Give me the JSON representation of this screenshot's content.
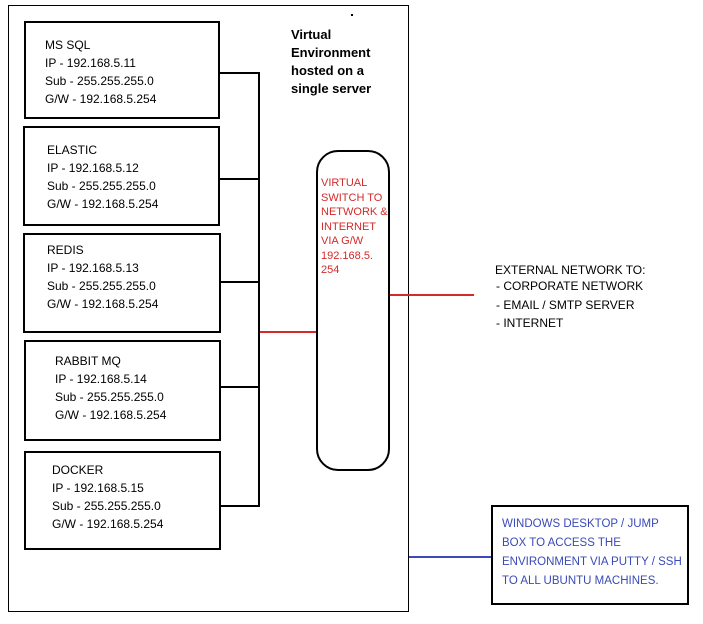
{
  "environment": {
    "title": "Virtual Environment hosted on a single server"
  },
  "servers": [
    {
      "name": "MS SQL",
      "ip": "IP - 192.168.5.11",
      "sub": "Sub - 255.255.255.0",
      "gw": "G/W - 192.168.5.254"
    },
    {
      "name": "ELASTIC",
      "ip": "IP - 192.168.5.12",
      "sub": "Sub - 255.255.255.0",
      "gw": "G/W - 192.168.5.254"
    },
    {
      "name": "REDIS",
      "ip": "IP - 192.168.5.13",
      "sub": "Sub - 255.255.255.0",
      "gw": "G/W - 192.168.5.254"
    },
    {
      "name": "RABBIT MQ",
      "ip": "IP - 192.168.5.14",
      "sub": "Sub - 255.255.255.0",
      "gw": "G/W - 192.168.5.254"
    },
    {
      "name": "DOCKER",
      "ip": "IP - 192.168.5.15",
      "sub": "Sub - 255.255.255.0",
      "gw": "G/W - 192.168.5.254"
    }
  ],
  "switch": {
    "label": "VIRTUAL SWITCH TO NETWORK & \n INTERNET VIA G/W 192.168.5. 254",
    "color": "#d42a2a"
  },
  "external": {
    "title": "EXTERNAL NETWORK TO:",
    "items": [
      " - CORPORATE NETWORK",
      " - EMAIL / SMTP SERVER",
      " - INTERNET"
    ]
  },
  "windows_box": {
    "text": "WINDOWS DESKTOP / JUMP BOX TO ACCESS THE ENVIRONMENT VIA PUTTY / SSH TO ALL UBUNTU MACHINES.",
    "color": "#3a4ab8"
  },
  "colors": {
    "wire_black": "#000000",
    "wire_red": "#d42a2a",
    "wire_blue": "#3a4ab8"
  }
}
